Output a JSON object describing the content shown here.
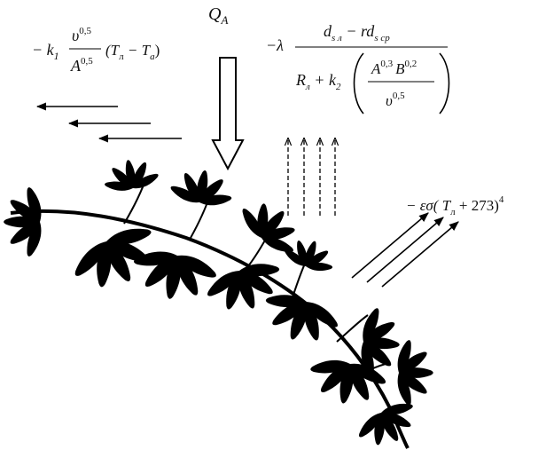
{
  "radiation_label": {
    "main": "Q",
    "subscript": "A"
  },
  "convective_flux": {
    "sign_coef": "− k",
    "coef_sub": "1",
    "numerator_var": "υ",
    "numerator_exp": "0,5",
    "denominator_var": "A",
    "denominator_exp": "0,5",
    "bracket_open": "(T",
    "t_leaf_sub": "л",
    "minus_t": " − T",
    "t_air_sub": "a",
    "bracket_close": ")"
  },
  "evaporative_flux": {
    "sign_lambda": "−λ",
    "num_d": "d",
    "num_d_sub": "s л",
    "num_minus_r": " − rd",
    "num_rd_sub": "s ср",
    "den_R": "R",
    "den_R_sub": "л",
    "den_plus_k": " + k",
    "den_k_sub": "2",
    "inner_A": "A",
    "inner_A_exp": "0,3",
    "inner_B": "B",
    "inner_B_exp": "0,2",
    "inner_v": "υ",
    "inner_v_exp": "0,5"
  },
  "emitted_flux": {
    "prefix": "− εσ( T",
    "t_sub": "л",
    "suffix": " + 273)",
    "exponent": "4"
  },
  "colors": {
    "ink": "#000000",
    "background": "#ffffff"
  }
}
